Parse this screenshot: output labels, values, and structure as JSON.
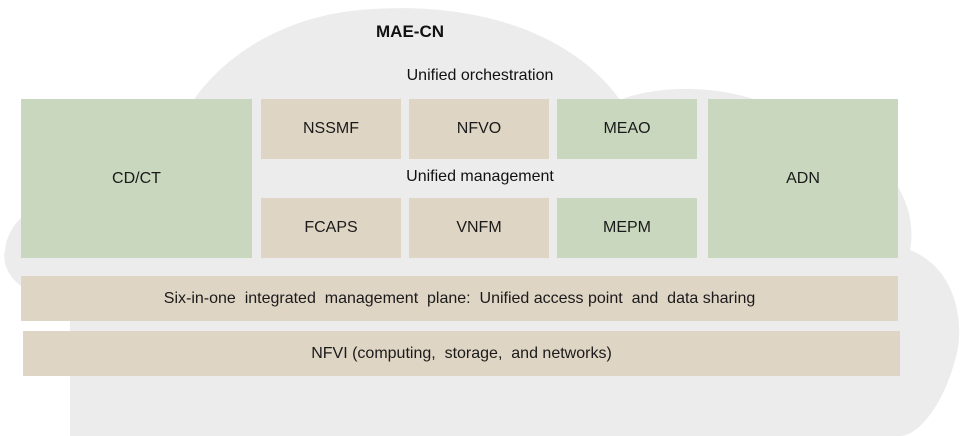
{
  "title": "MAE-CN",
  "layers": {
    "orchestration_label": "Unified orchestration",
    "management_label": "Unified management"
  },
  "left_block": "CD/CT",
  "right_block": "ADN",
  "orchestration_modules": [
    "NSSMF",
    "NFVO",
    "MEAO"
  ],
  "management_modules": [
    "FCAPS",
    "VNFM",
    "MEPM"
  ],
  "management_plane": "Six-in-one  integrated  management  plane:  Unified access point  and  data sharing",
  "nfvi": "NFVI (computing,  storage,  and networks)",
  "colors": {
    "tan": "#dfd5c4",
    "green": "#c8d7bd",
    "cloud": "#ededed"
  }
}
